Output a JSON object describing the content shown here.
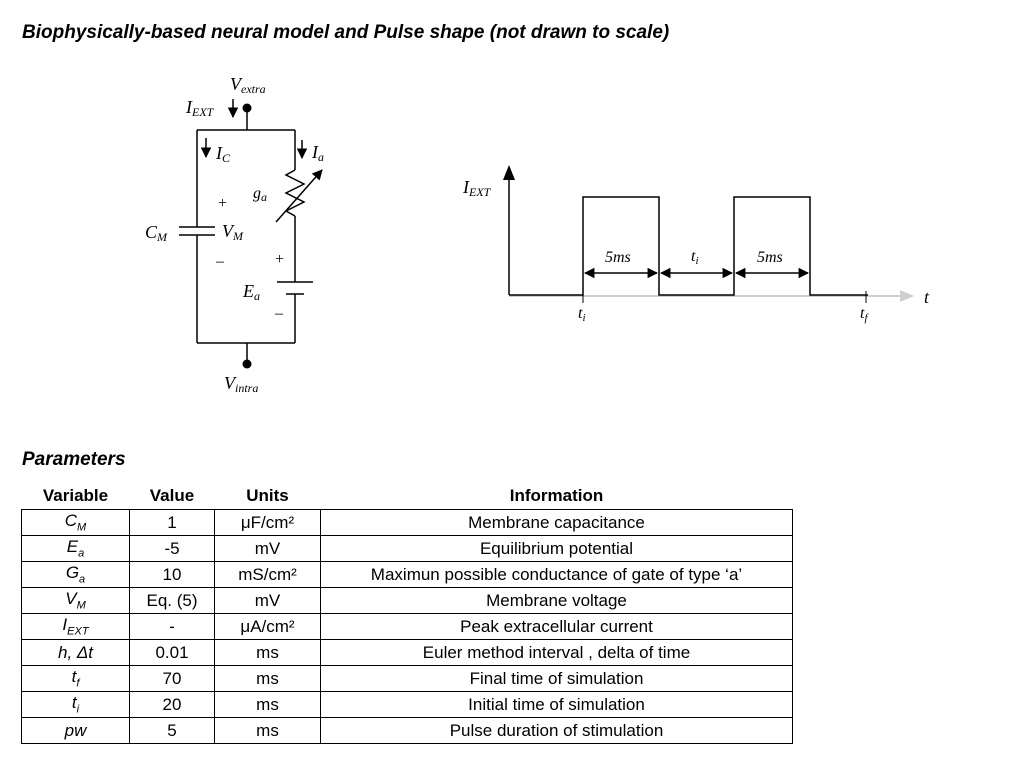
{
  "title": "Biophysically-based neural model and Pulse shape (not drawn to scale)",
  "circuit": {
    "v_extra": "V",
    "v_extra_sub": "extra",
    "v_intra": "V",
    "v_intra_sub": "intra",
    "i_ext": "I",
    "i_ext_sub": "EXT",
    "i_c": "I",
    "i_c_sub": "C",
    "i_a": "I",
    "i_a_sub": "a",
    "g_a": "g",
    "g_a_sub": "a",
    "c_m": "C",
    "c_m_sub": "M",
    "v_m": "V",
    "v_m_sub": "M",
    "e_a": "E",
    "e_a_sub": "a",
    "plus": "+",
    "minus": "–"
  },
  "pulse": {
    "y_axis_label": "I",
    "y_axis_label_sub": "EXT",
    "x_axis_label": "t",
    "pulse1_width": "5ms",
    "gap_label": "t",
    "gap_label_sub": "i",
    "pulse2_width": "5ms",
    "ti_label": "t",
    "ti_label_sub": "i",
    "tf_label": "t",
    "tf_label_sub": "f"
  },
  "parameters": {
    "heading": "Parameters",
    "headers": [
      "Variable",
      "Value",
      "Units",
      "Information"
    ],
    "rows": [
      {
        "var": "C",
        "sub": "M",
        "value": "1",
        "units": "μF/cm²",
        "info": "Membrane capacitance"
      },
      {
        "var": "E",
        "sub": "a",
        "value": "-5",
        "units": "mV",
        "info": "Equilibrium potential"
      },
      {
        "var": "G",
        "sub": "a",
        "value": "10",
        "units": "mS/cm²",
        "info": "Maximun possible conductance of gate of type ‘a’"
      },
      {
        "var": "V",
        "sub": "M",
        "value": "Eq. (5)",
        "units": "mV",
        "info": "Membrane voltage"
      },
      {
        "var": "I",
        "sub": "EXT",
        "value": "-",
        "units": "μA/cm²",
        "info": "Peak extracellular current"
      },
      {
        "var": "h, Δt",
        "sub": "",
        "value": "0.01",
        "units": "ms",
        "info": "Euler method interval , delta of time"
      },
      {
        "var": "t",
        "sub": "f",
        "value": "70",
        "units": "ms",
        "info": "Final time of simulation"
      },
      {
        "var": "t",
        "sub": "i",
        "value": "20",
        "units": "ms",
        "info": "Initial time of simulation"
      },
      {
        "var": "pw",
        "sub": "",
        "value": "5",
        "units": "ms",
        "info": "Pulse duration of stimulation"
      }
    ]
  }
}
